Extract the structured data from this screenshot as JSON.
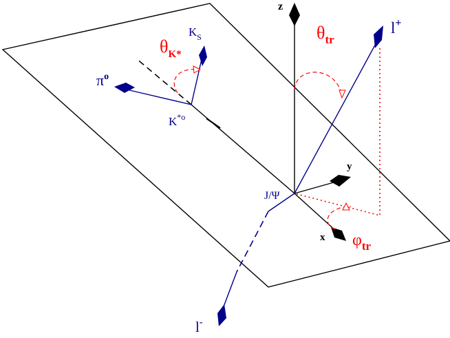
{
  "colors": {
    "axes": "#000000",
    "tracks": "#00008b",
    "angles": "#ff0000",
    "background": "#ffffff"
  },
  "labels": {
    "z_axis": "z",
    "y_axis": "y",
    "x_axis": "x",
    "theta_tr": {
      "symbol": "θ",
      "sub": "tr"
    },
    "theta_kstar": {
      "symbol": "θ",
      "sub": "K*"
    },
    "phi_tr": {
      "symbol": "φ",
      "sub": "tr"
    },
    "l_plus": {
      "base": "l",
      "sup": "+"
    },
    "l_minus": {
      "base": "l",
      "sup": "-"
    },
    "ks": {
      "base": "K",
      "sub": "S"
    },
    "pi0": {
      "base": "π",
      "sup": "o"
    },
    "kstar0": {
      "base": "K",
      "sup": "*o"
    },
    "jpsi": "J/Ψ"
  },
  "icons": {
    "axis_arrowhead": "filled-arrowhead-icon",
    "angle_arrowhead": "open-arrowhead-icon"
  }
}
